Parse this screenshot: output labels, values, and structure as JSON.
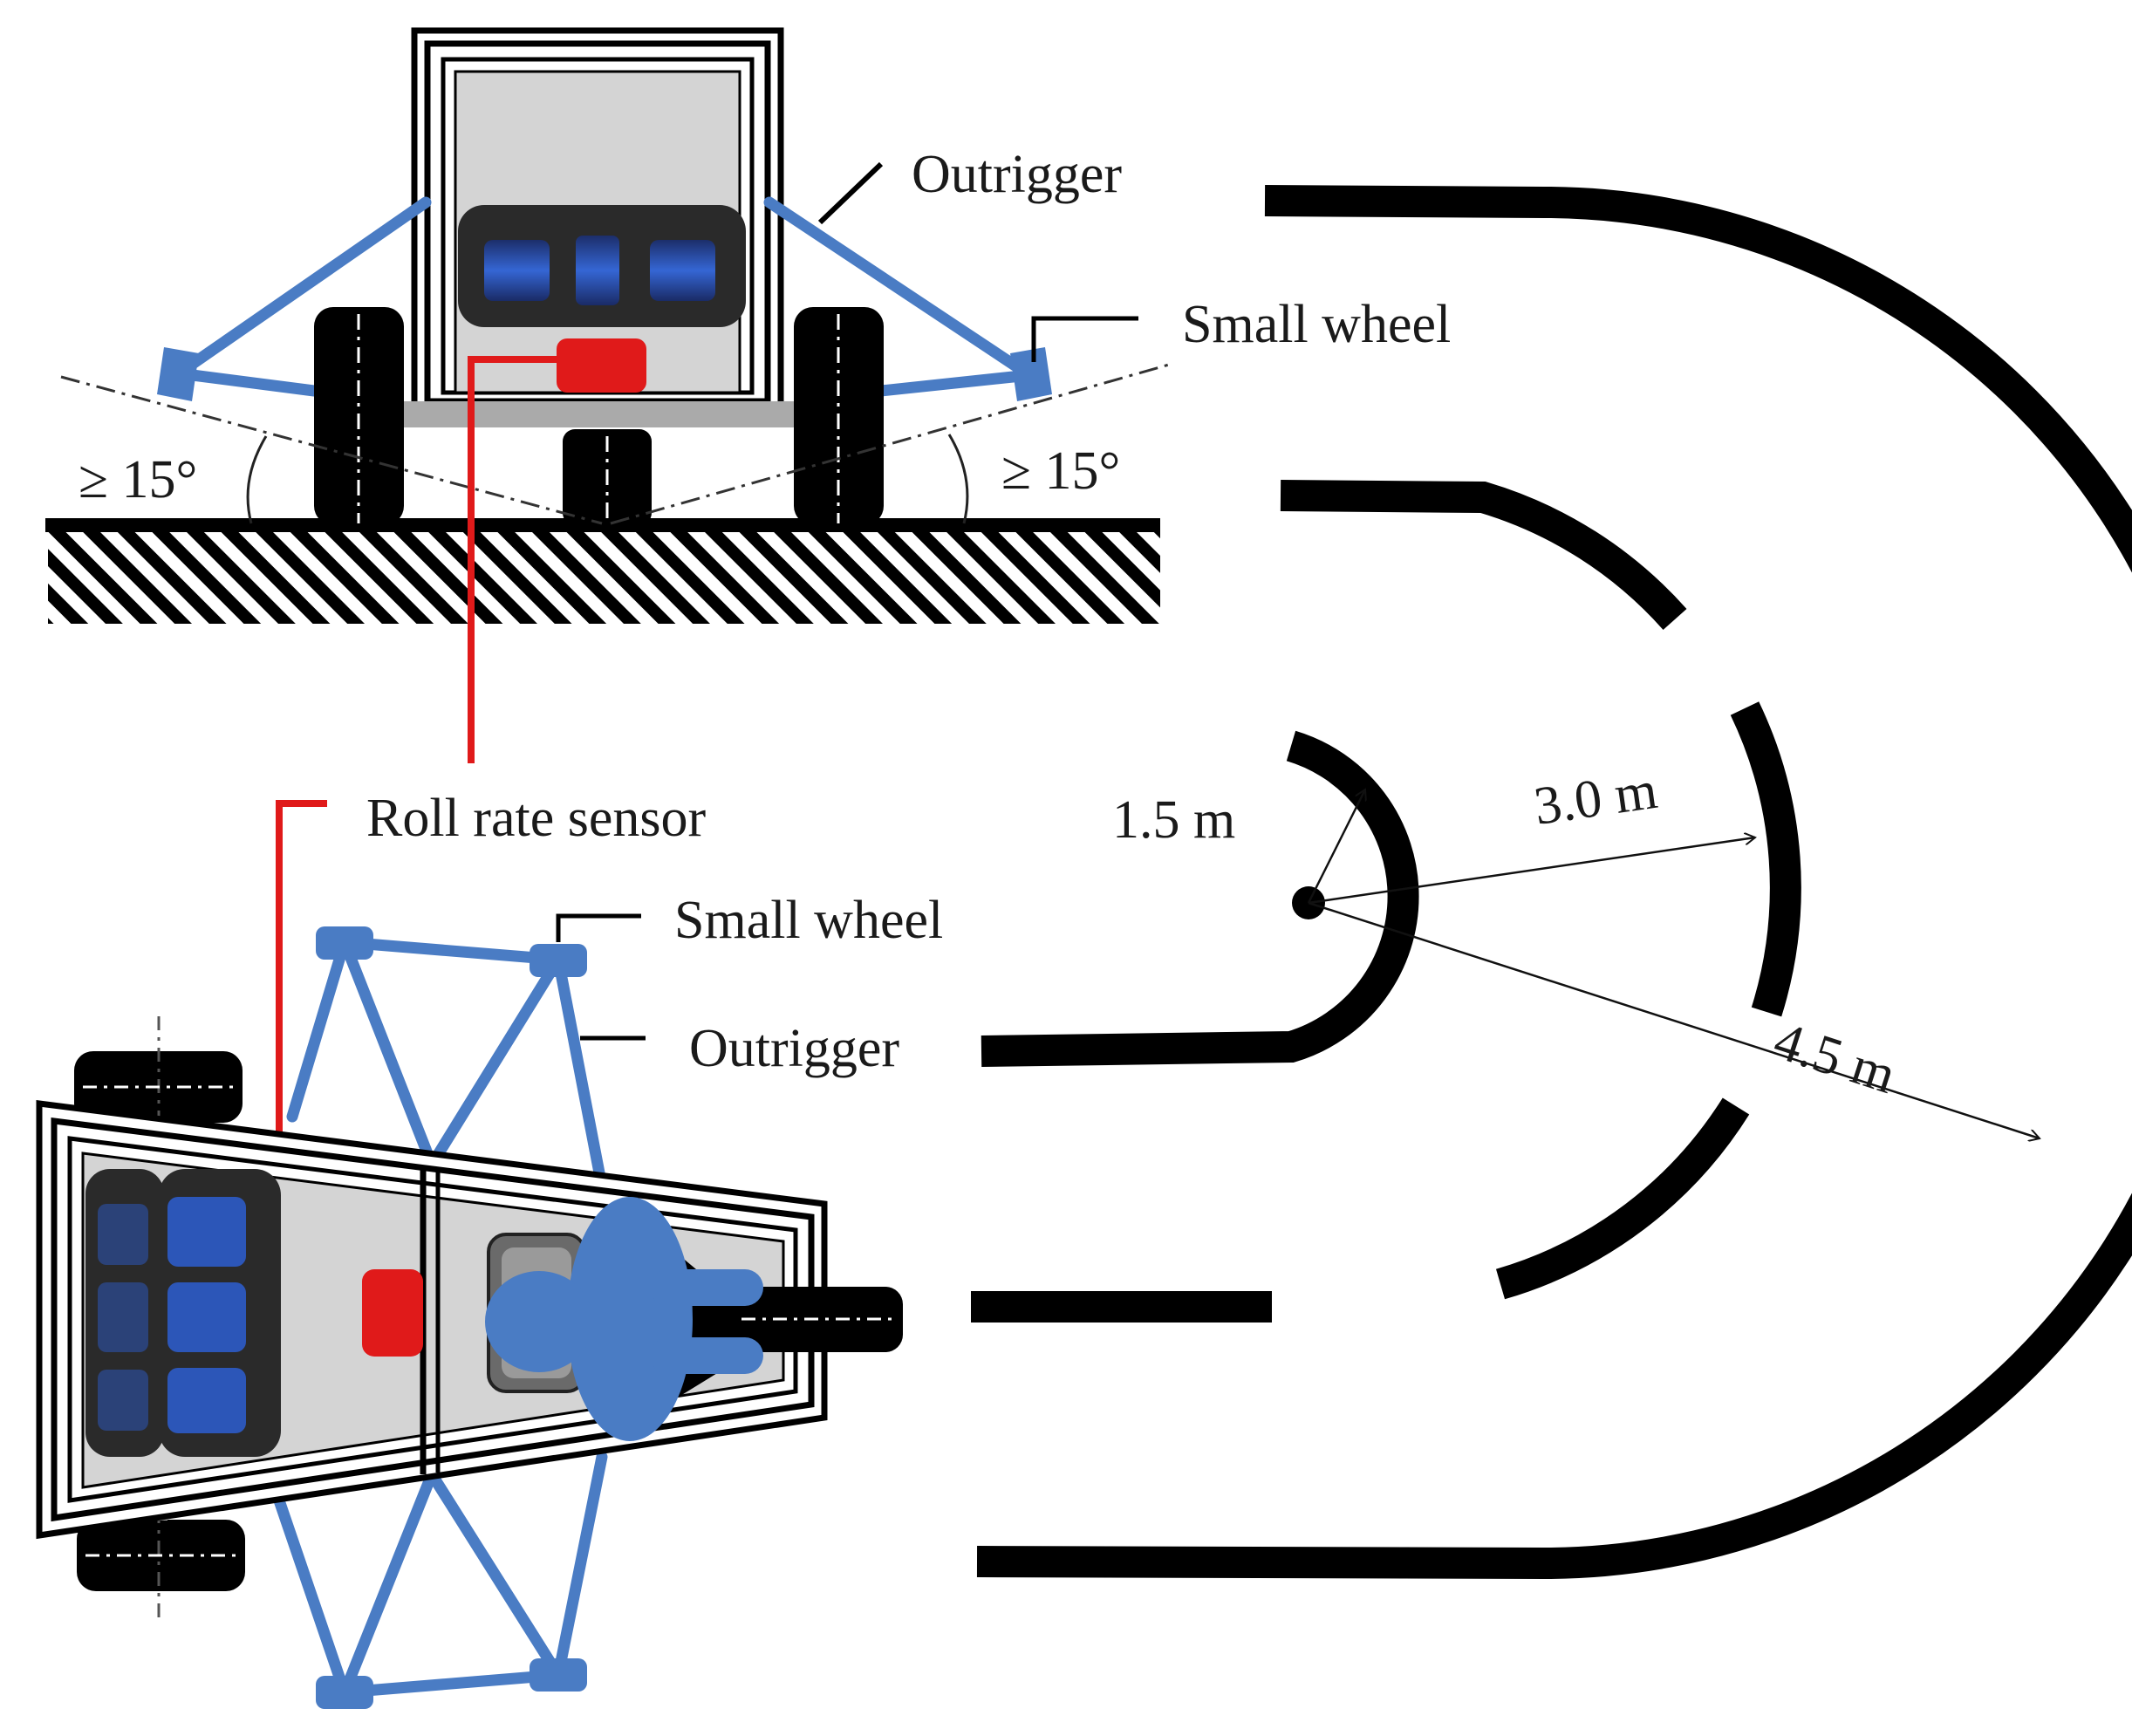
{
  "labels": {
    "outrigger_top": "Outrigger",
    "small_wheel_top": "Small wheel",
    "angle_left": "≥ 15°",
    "angle_right": "≥ 15°",
    "roll_rate_sensor": "Roll rate sensor",
    "small_wheel_bottom": "Small wheel",
    "outrigger_bottom": "Outrigger",
    "radius_inner": "1.5 m",
    "radius_middle": "3.0 m",
    "radius_outer": "4.5 m"
  },
  "colors": {
    "outrigger": "#4a7cc4",
    "sensor": "#e01a1a",
    "track": "#000000",
    "body_panel": "#d4d4d4",
    "seat_dark": "#2a2a2a",
    "seat_blue": "#2c56b8",
    "ground_bar": "#aaaaaa"
  },
  "icons": {
    "vehicle_rear_view": "vehicle-rear-icon",
    "vehicle_top_view": "vehicle-top-icon",
    "roll_rate_sensor": "sensor-icon",
    "operator": "operator-icon"
  }
}
